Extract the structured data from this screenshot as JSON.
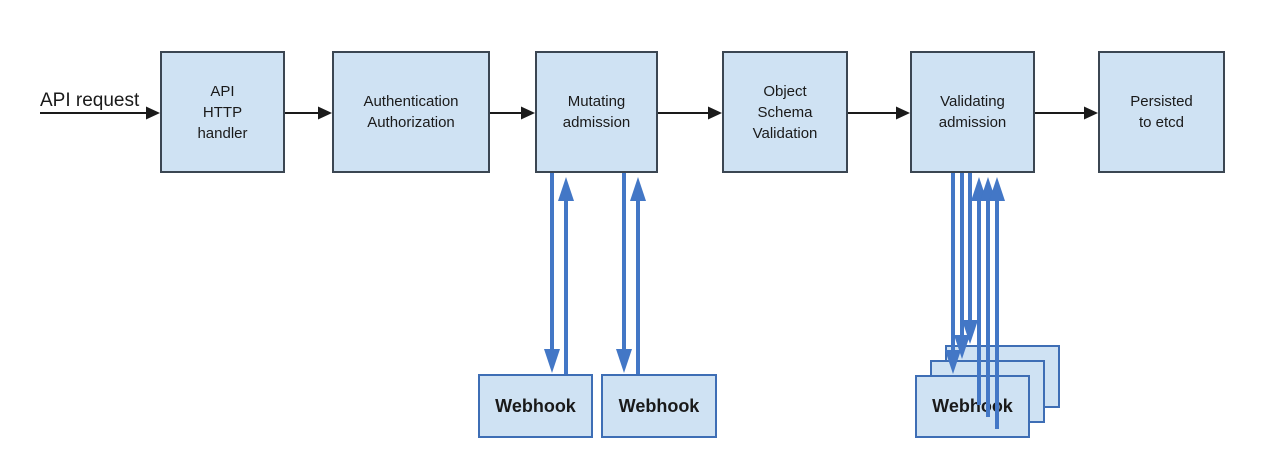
{
  "colors": {
    "box_fill": "#cfe2f3",
    "box_border": "#3b4652",
    "webhook_border": "#3e6eb5",
    "arrow_black": "#1a1a1a",
    "arrow_blue": "#4377c6",
    "text": "#1a1a1a"
  },
  "diagram": {
    "request_label": "API request",
    "nodes": [
      {
        "id": "api-http-handler",
        "label": "API\nHTTP\nhandler"
      },
      {
        "id": "authn-authz",
        "label": "Authentication\nAuthorization"
      },
      {
        "id": "mutating-admission",
        "label": "Mutating\nadmission"
      },
      {
        "id": "object-schema-validation",
        "label": "Object\nSchema\nValidation"
      },
      {
        "id": "validating-admission",
        "label": "Validating\nadmission"
      },
      {
        "id": "persisted-to-etcd",
        "label": "Persisted\nto etcd"
      }
    ],
    "mutating_webhooks": [
      {
        "label": "Webhook"
      },
      {
        "label": "Webhook"
      }
    ],
    "validating_webhooks": [
      {
        "label": "Webhook"
      },
      {
        "label": "Webhook"
      },
      {
        "label": "Webhook"
      }
    ]
  }
}
